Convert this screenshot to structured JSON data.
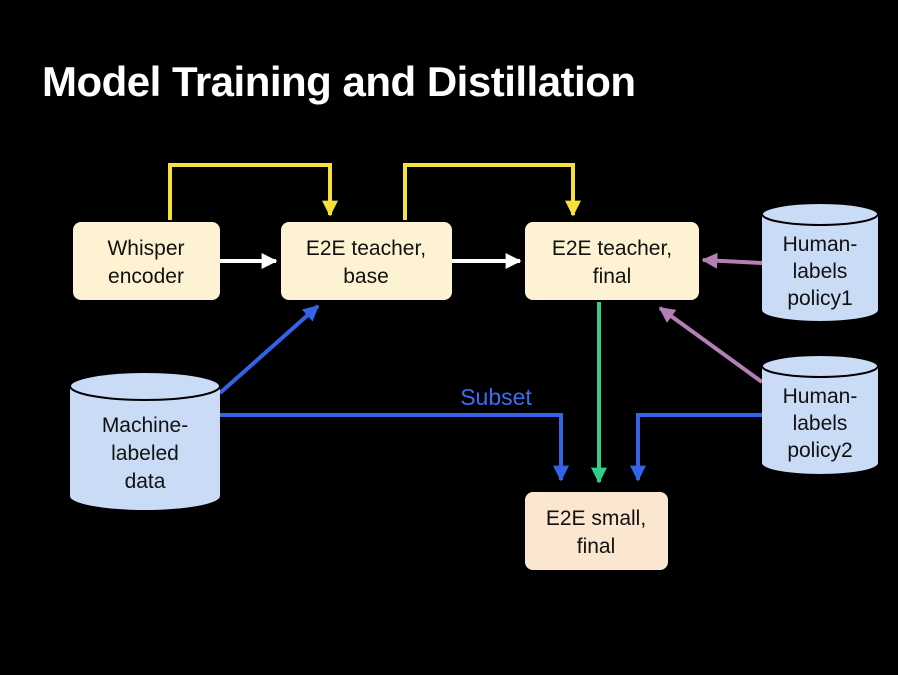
{
  "title": "Model Training and Distillation",
  "colors": {
    "background": "#000000",
    "box_fill": "#fdf2d2",
    "small_box_fill": "#fbe6cf",
    "cylinder_fill": "#c9dbf5",
    "yellow_arrow": "#f5e13a",
    "white_arrow": "#ffffff",
    "blue_arrow": "#3463e8",
    "green_arrow": "#2ecf8a",
    "purple_arrow": "#b57fb5"
  },
  "nodes": {
    "whisper_encoder": {
      "line1": "Whisper",
      "line2": "encoder"
    },
    "teacher_base": {
      "line1": "E2E teacher,",
      "line2": "base"
    },
    "teacher_final": {
      "line1": "E2E teacher,",
      "line2": "final"
    },
    "small_final": {
      "line1": "E2E small,",
      "line2": "final"
    },
    "machine_data": {
      "line1": "Machine-",
      "line2": "labeled",
      "line3": "data"
    },
    "policy1": {
      "line1": "Human-",
      "line2": "labels",
      "line3": "policy1"
    },
    "policy2": {
      "line1": "Human-",
      "line2": "labels",
      "line3": "policy2"
    }
  },
  "edges": {
    "subset_label": "Subset"
  }
}
